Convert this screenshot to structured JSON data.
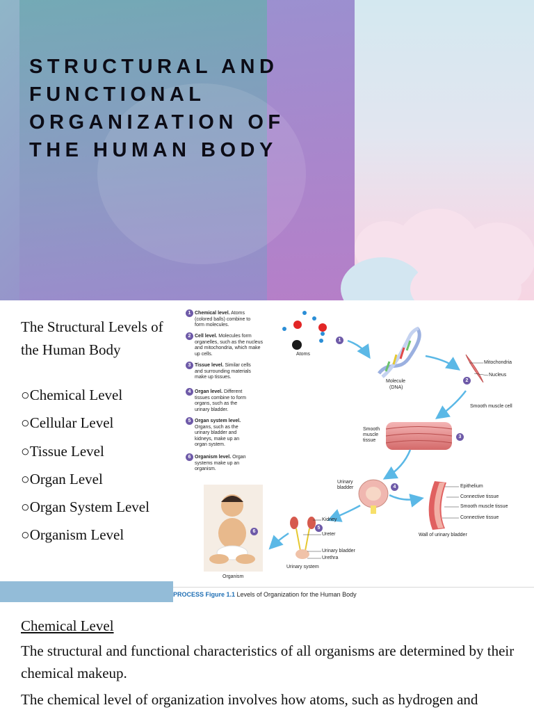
{
  "slide1": {
    "title": "STRUCTURAL AND FUNCTIONAL ORGANIZATION OF THE HUMAN BODY"
  },
  "slide2": {
    "heading": "The Structural Levels of the Human Body",
    "bullet_symbol": "○",
    "levels": [
      "Chemical Level",
      "Cellular Level",
      "Tissue Level",
      "Organ Level",
      "Organ System Level",
      "Organism Level"
    ],
    "figure": {
      "steps": [
        {
          "num": "1",
          "bold": "Chemical level.",
          "text": " Atoms (colored balls) combine to form molecules."
        },
        {
          "num": "2",
          "bold": "Cell level.",
          "text": " Molecules form organelles, such as the nucleus and mitochondria, which make up cells."
        },
        {
          "num": "3",
          "bold": "Tissue level.",
          "text": " Similar cells and surrounding materials make up tissues."
        },
        {
          "num": "4",
          "bold": "Organ level.",
          "text": " Different tissues combine to form organs, such as the urinary bladder."
        },
        {
          "num": "5",
          "bold": "Organ system level.",
          "text": " Organs, such as the urinary bladder and kidneys, make up an organ system."
        },
        {
          "num": "6",
          "bold": "Organism level.",
          "text": " Organ systems make up an organism."
        }
      ],
      "labels": {
        "atoms": "Atoms",
        "molecule": "Molecule",
        "dna": "(DNA)",
        "mitochondria": "Mitochondria",
        "nucleus": "Nucleus",
        "smooth_muscle_cell": "Smooth muscle cell",
        "smooth_muscle_tissue_1": "Smooth",
        "smooth_muscle_tissue_2": "muscle",
        "smooth_muscle_tissue_3": "tissue",
        "urinary_bladder_1": "Urinary",
        "urinary_bladder_2": "bladder",
        "epithelium": "Epithelium",
        "connective_tissue_1": "Connective tissue",
        "smooth_muscle_tissue": "Smooth muscle tissue",
        "connective_tissue_2": "Connective tissue",
        "wall": "Wall of urinary bladder",
        "kidney": "Kidney",
        "ureter": "Ureter",
        "urinary_bladder": "Urinary bladder",
        "urethra": "Urethra",
        "urinary_system": "Urinary system",
        "organism": "Organism"
      },
      "caption_prefix": "PROCESS Figure 1.1",
      "caption": " Levels of Organization for the Human Body"
    }
  },
  "section": {
    "heading": "Chemical Level",
    "paragraphs": [
      "The structural and functional characteristics of all organisms are determined by their chemical makeup.",
      "The chemical level of organization involves how atoms, such as hydrogen and"
    ]
  },
  "colors": {
    "title_text": "#0c0c16",
    "step_circle": "#6e5aa8",
    "caption_accent": "#1f6fb4",
    "arrow": "#5bb8e6",
    "left_bar": "#93bcd8"
  }
}
